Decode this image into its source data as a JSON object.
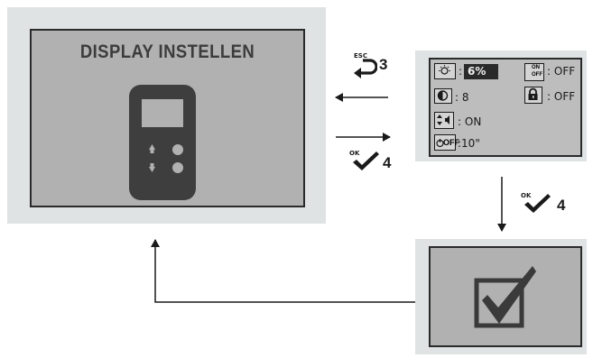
{
  "main_screen": {
    "title": "DISPLAY INSTELLEN"
  },
  "settings_screen": {
    "brightness_value": "6%",
    "backlight_off_label": "OFF",
    "lock_label": "OFF",
    "contrast_value": "8",
    "sound_value": "ON",
    "timeout_value": "10\"",
    "backlight_icon_text": [
      "ON",
      "OFF"
    ],
    "timer_icon_text": "OFF",
    "separator": ":"
  },
  "steps": {
    "esc_label": "ESC",
    "esc_step": "3",
    "ok_label": "OK",
    "ok_step_right": "4",
    "ok_step_down": "4"
  },
  "colors": {
    "panel_bg": "#dfe3e4",
    "screen_bg": "#b1b1b1",
    "device_color": "#3e3e3e",
    "arrow_color": "#1a1a1a"
  },
  "icons": [
    "remote-device-icon",
    "brightness-icon",
    "backlight-onoff-icon",
    "contrast-icon",
    "lock-icon",
    "sound-icon",
    "timer-off-icon",
    "checkbox-check-icon",
    "esc-return-icon",
    "ok-check-icon"
  ]
}
